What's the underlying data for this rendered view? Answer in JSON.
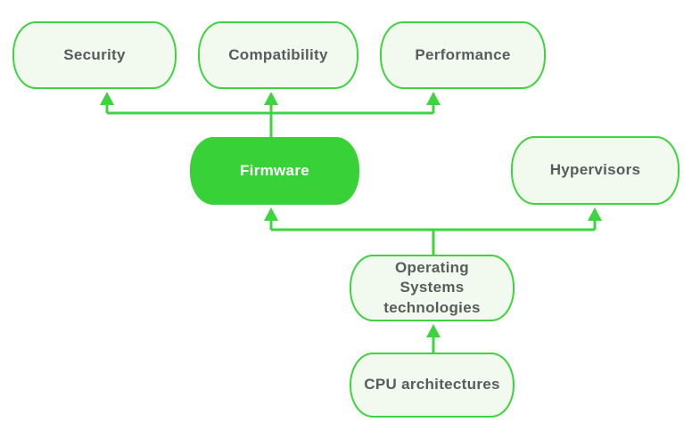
{
  "theme": {
    "accent_green": "#3ed43e",
    "node_border": "#3ed43e",
    "node_fill": "#f2faef",
    "firmware_fill": "#38d238",
    "text_dark": "#595b5d",
    "text_light": "#ffffff",
    "background": "#ffffff"
  },
  "diagram": {
    "nodes": {
      "security": {
        "label": "Security",
        "emphasis": false
      },
      "compatibility": {
        "label": "Compatibility",
        "emphasis": false
      },
      "performance": {
        "label": "Performance",
        "emphasis": false
      },
      "firmware": {
        "label": "Firmware",
        "emphasis": true
      },
      "hypervisors": {
        "label": "Hypervisors",
        "emphasis": false
      },
      "os_tech": {
        "label": "Operating Systems technologies",
        "emphasis": false
      },
      "cpu_arch": {
        "label": "CPU architectures",
        "emphasis": false
      }
    },
    "edges": [
      {
        "from": "Firmware",
        "to": "Security"
      },
      {
        "from": "Firmware",
        "to": "Compatibility"
      },
      {
        "from": "Firmware",
        "to": "Performance"
      },
      {
        "from": "Operating Systems technologies",
        "to": "Firmware"
      },
      {
        "from": "Operating Systems technologies",
        "to": "Hypervisors"
      },
      {
        "from": "CPU architectures",
        "to": "Operating Systems technologies"
      }
    ]
  }
}
